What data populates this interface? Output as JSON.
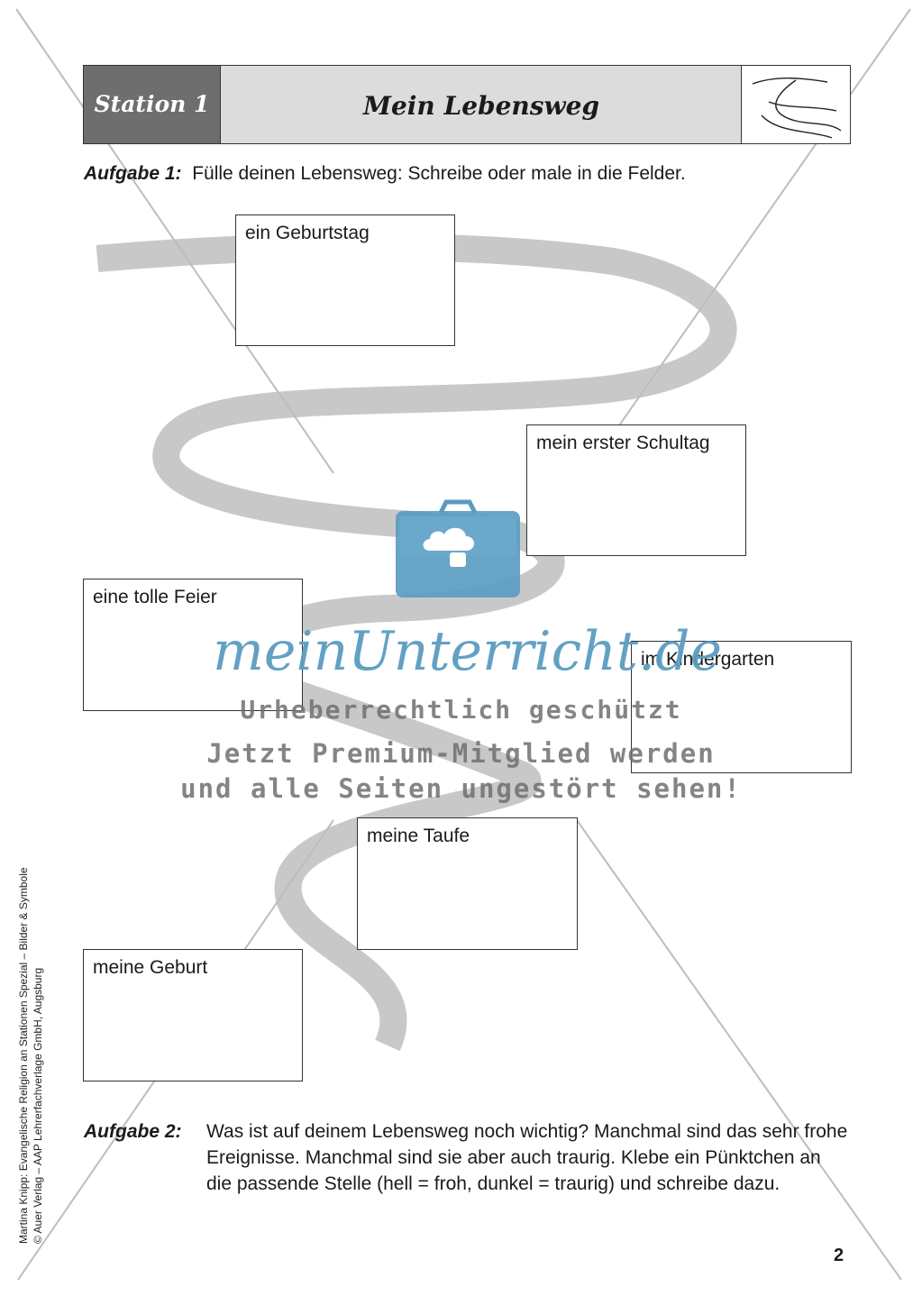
{
  "header": {
    "station_label": "Station 1",
    "title": "Mein Lebensweg",
    "icon": "path-icon"
  },
  "task1": {
    "label": "Aufgabe 1:",
    "text": "Fülle deinen Lebensweg: Schreibe oder male in die Felder."
  },
  "boxes": {
    "geburtstag": "ein Geburtstag",
    "schultag": "mein erster Schultag",
    "feier": "eine tolle Feier",
    "kindergarten": "im Kindergarten",
    "taufe": "meine Taufe",
    "geburt": "meine Geburt"
  },
  "watermark": {
    "logo": "meinUnterricht.de",
    "line1": "Urheberrechtlich geschützt",
    "line2": "Jetzt Premium-Mitglied werden",
    "line3": "und alle Seiten ungestört sehen!",
    "icon": "briefcase-cloud-icon"
  },
  "task2": {
    "label": "Aufgabe 2:",
    "text": "Was ist auf deinem Lebensweg noch wichtig? Manchmal sind das sehr frohe Ereignisse. Manchmal sind sie aber auch traurig. Klebe ein Pünktchen an die passende Stelle (hell = froh, dunkel = traurig) und schreibe dazu."
  },
  "sidebar": {
    "line1": "Martina Knipp: Evangelische Religion an Stationen Spezial – Bilder & Symbole",
    "line2": "© Auer Verlag – AAP Lehrerfachverlage GmbH, Augsburg"
  },
  "page_number": "2"
}
